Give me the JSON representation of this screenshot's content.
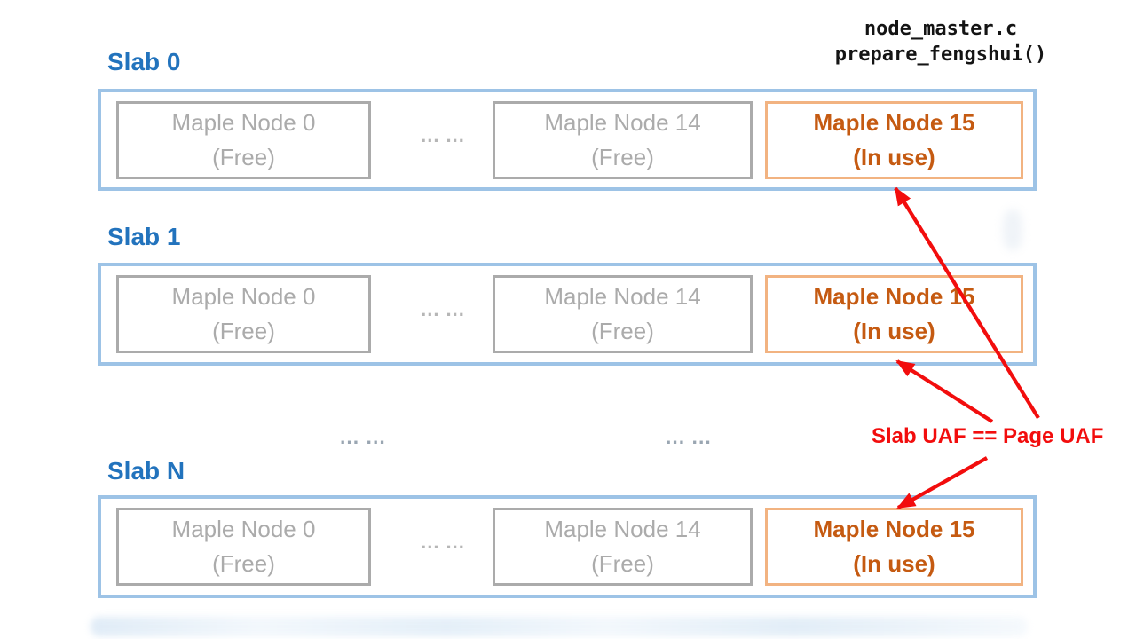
{
  "header": {
    "file_label": "node_master.c",
    "function_label": "prepare_fengshui()"
  },
  "slabs": [
    {
      "title": "Slab 0",
      "ellipsis": "... ...",
      "nodes": [
        {
          "line1": "Maple Node 0",
          "line2": "(Free)",
          "state": "free"
        },
        {
          "line1": "Maple Node 14",
          "line2": "(Free)",
          "state": "free"
        },
        {
          "line1": "Maple Node 15",
          "line2": "(In use)",
          "state": "in_use"
        }
      ]
    },
    {
      "title": "Slab 1",
      "ellipsis": "... ...",
      "nodes": [
        {
          "line1": "Maple Node 0",
          "line2": "(Free)",
          "state": "free"
        },
        {
          "line1": "Maple Node 14",
          "line2": "(Free)",
          "state": "free"
        },
        {
          "line1": "Maple Node 15",
          "line2": "(In use)",
          "state": "in_use"
        }
      ]
    },
    {
      "title": "Slab N",
      "ellipsis": "... ...",
      "nodes": [
        {
          "line1": "Maple Node 0",
          "line2": "(Free)",
          "state": "free"
        },
        {
          "line1": "Maple Node 14",
          "line2": "(Free)",
          "state": "free"
        },
        {
          "line1": "Maple Node 15",
          "line2": "(In use)",
          "state": "in_use"
        }
      ]
    }
  ],
  "between_slabs": {
    "ellipsis_left": "... ...",
    "ellipsis_right": "... ..."
  },
  "annotation": {
    "label": "Slab UAF == Page UAF"
  },
  "colors": {
    "slab_title": "#2273bd",
    "slab_border": "#9dc3e6",
    "free_node_border": "#ababab",
    "free_node_text": "#ababab",
    "in_use_node_border": "#f2b381",
    "in_use_node_text": "#c55a11",
    "annotation_red": "#f20d0d",
    "code_text": "#141414"
  }
}
